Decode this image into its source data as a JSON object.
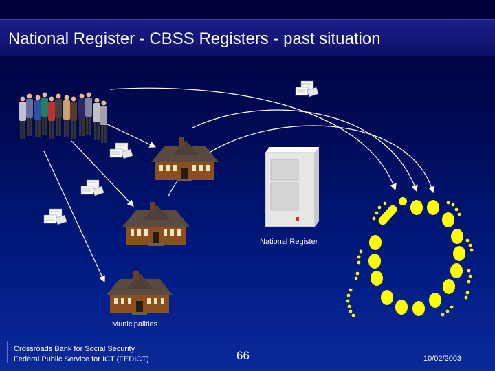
{
  "slide": {
    "title": "National Register - CBSS Registers - past situation"
  },
  "labels": {
    "national_register": "National Register",
    "municipalities": "Municipalities"
  },
  "footer": {
    "org_line1": "Crossroads Bank for Social Security",
    "org_line2": "Federal Public Service for ICT (FEDICT)",
    "page_number": "66",
    "date": "10/02/2003"
  },
  "colors": {
    "background_top": "#00003a",
    "background_bottom": "#0a2a9a",
    "title_bar": "#1c1e8a",
    "register_node": "#ffff00",
    "arrows": "#ffffff",
    "house_roof": "#5a4a40",
    "house_wall": "#8a5020"
  },
  "icons": {
    "people": "people-group-icon",
    "house": "house-icon",
    "server": "server-cabinet-icon",
    "document": "document-stack-icon"
  }
}
